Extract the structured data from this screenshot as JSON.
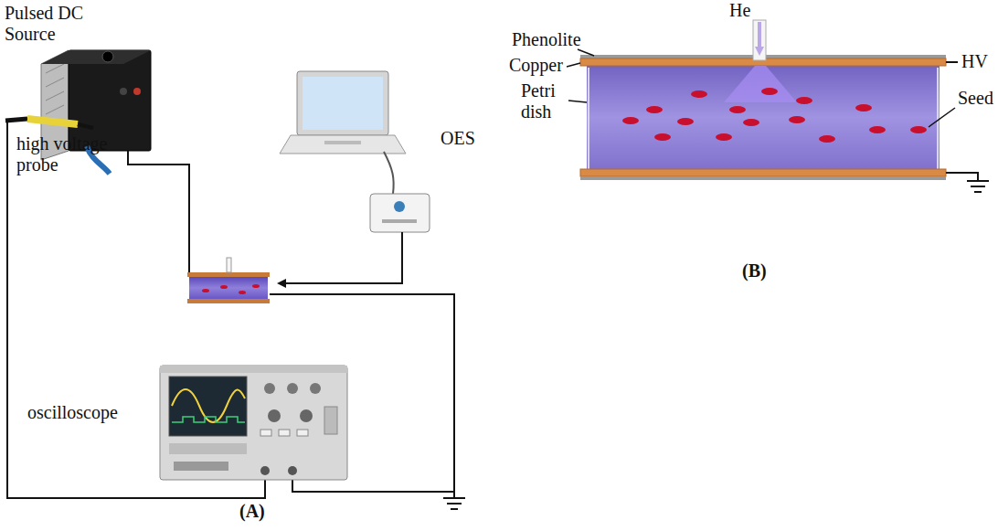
{
  "diagram": {
    "labels": [
      "Pulsed DC Source",
      "high voltage probe",
      "OES",
      "oscilloscope",
      "(A)",
      "He",
      "Phenolite",
      "Copper",
      "Petri dish",
      "HV",
      "Seed",
      "(B)"
    ]
  }
}
